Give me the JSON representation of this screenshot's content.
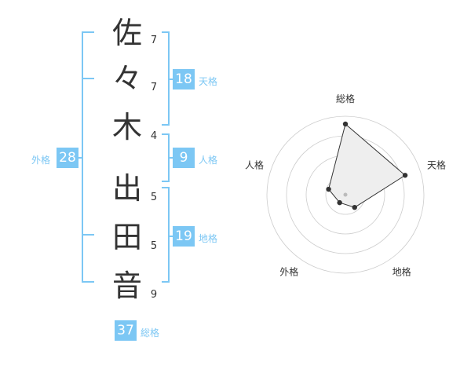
{
  "name_chars": [
    {
      "char": "佐",
      "strokes": "7"
    },
    {
      "char": "々",
      "strokes": "7"
    },
    {
      "char": "木",
      "strokes": "4"
    },
    {
      "char": "出",
      "strokes": "5"
    },
    {
      "char": "田",
      "strokes": "5"
    },
    {
      "char": "音",
      "strokes": "9"
    }
  ],
  "kaku": {
    "tenkaku": {
      "label": "天格",
      "value": "18"
    },
    "jinkaku": {
      "label": "人格",
      "value": "9"
    },
    "chikaku": {
      "label": "地格",
      "value": "19"
    },
    "gaikaku": {
      "label": "外格",
      "value": "28"
    },
    "soukaku": {
      "label": "総格",
      "value": "37"
    }
  },
  "colors": {
    "accent": "#7cc7f4",
    "text": "#333333",
    "grid": "#cccccc",
    "fill": "#eeeeee"
  },
  "chart_data": {
    "type": "radar",
    "axes": [
      "総格",
      "天格",
      "地格",
      "外格",
      "人格"
    ],
    "levels": 4,
    "max": 4,
    "values": [
      3.6,
      3.2,
      0.8,
      0.5,
      0.9
    ]
  }
}
